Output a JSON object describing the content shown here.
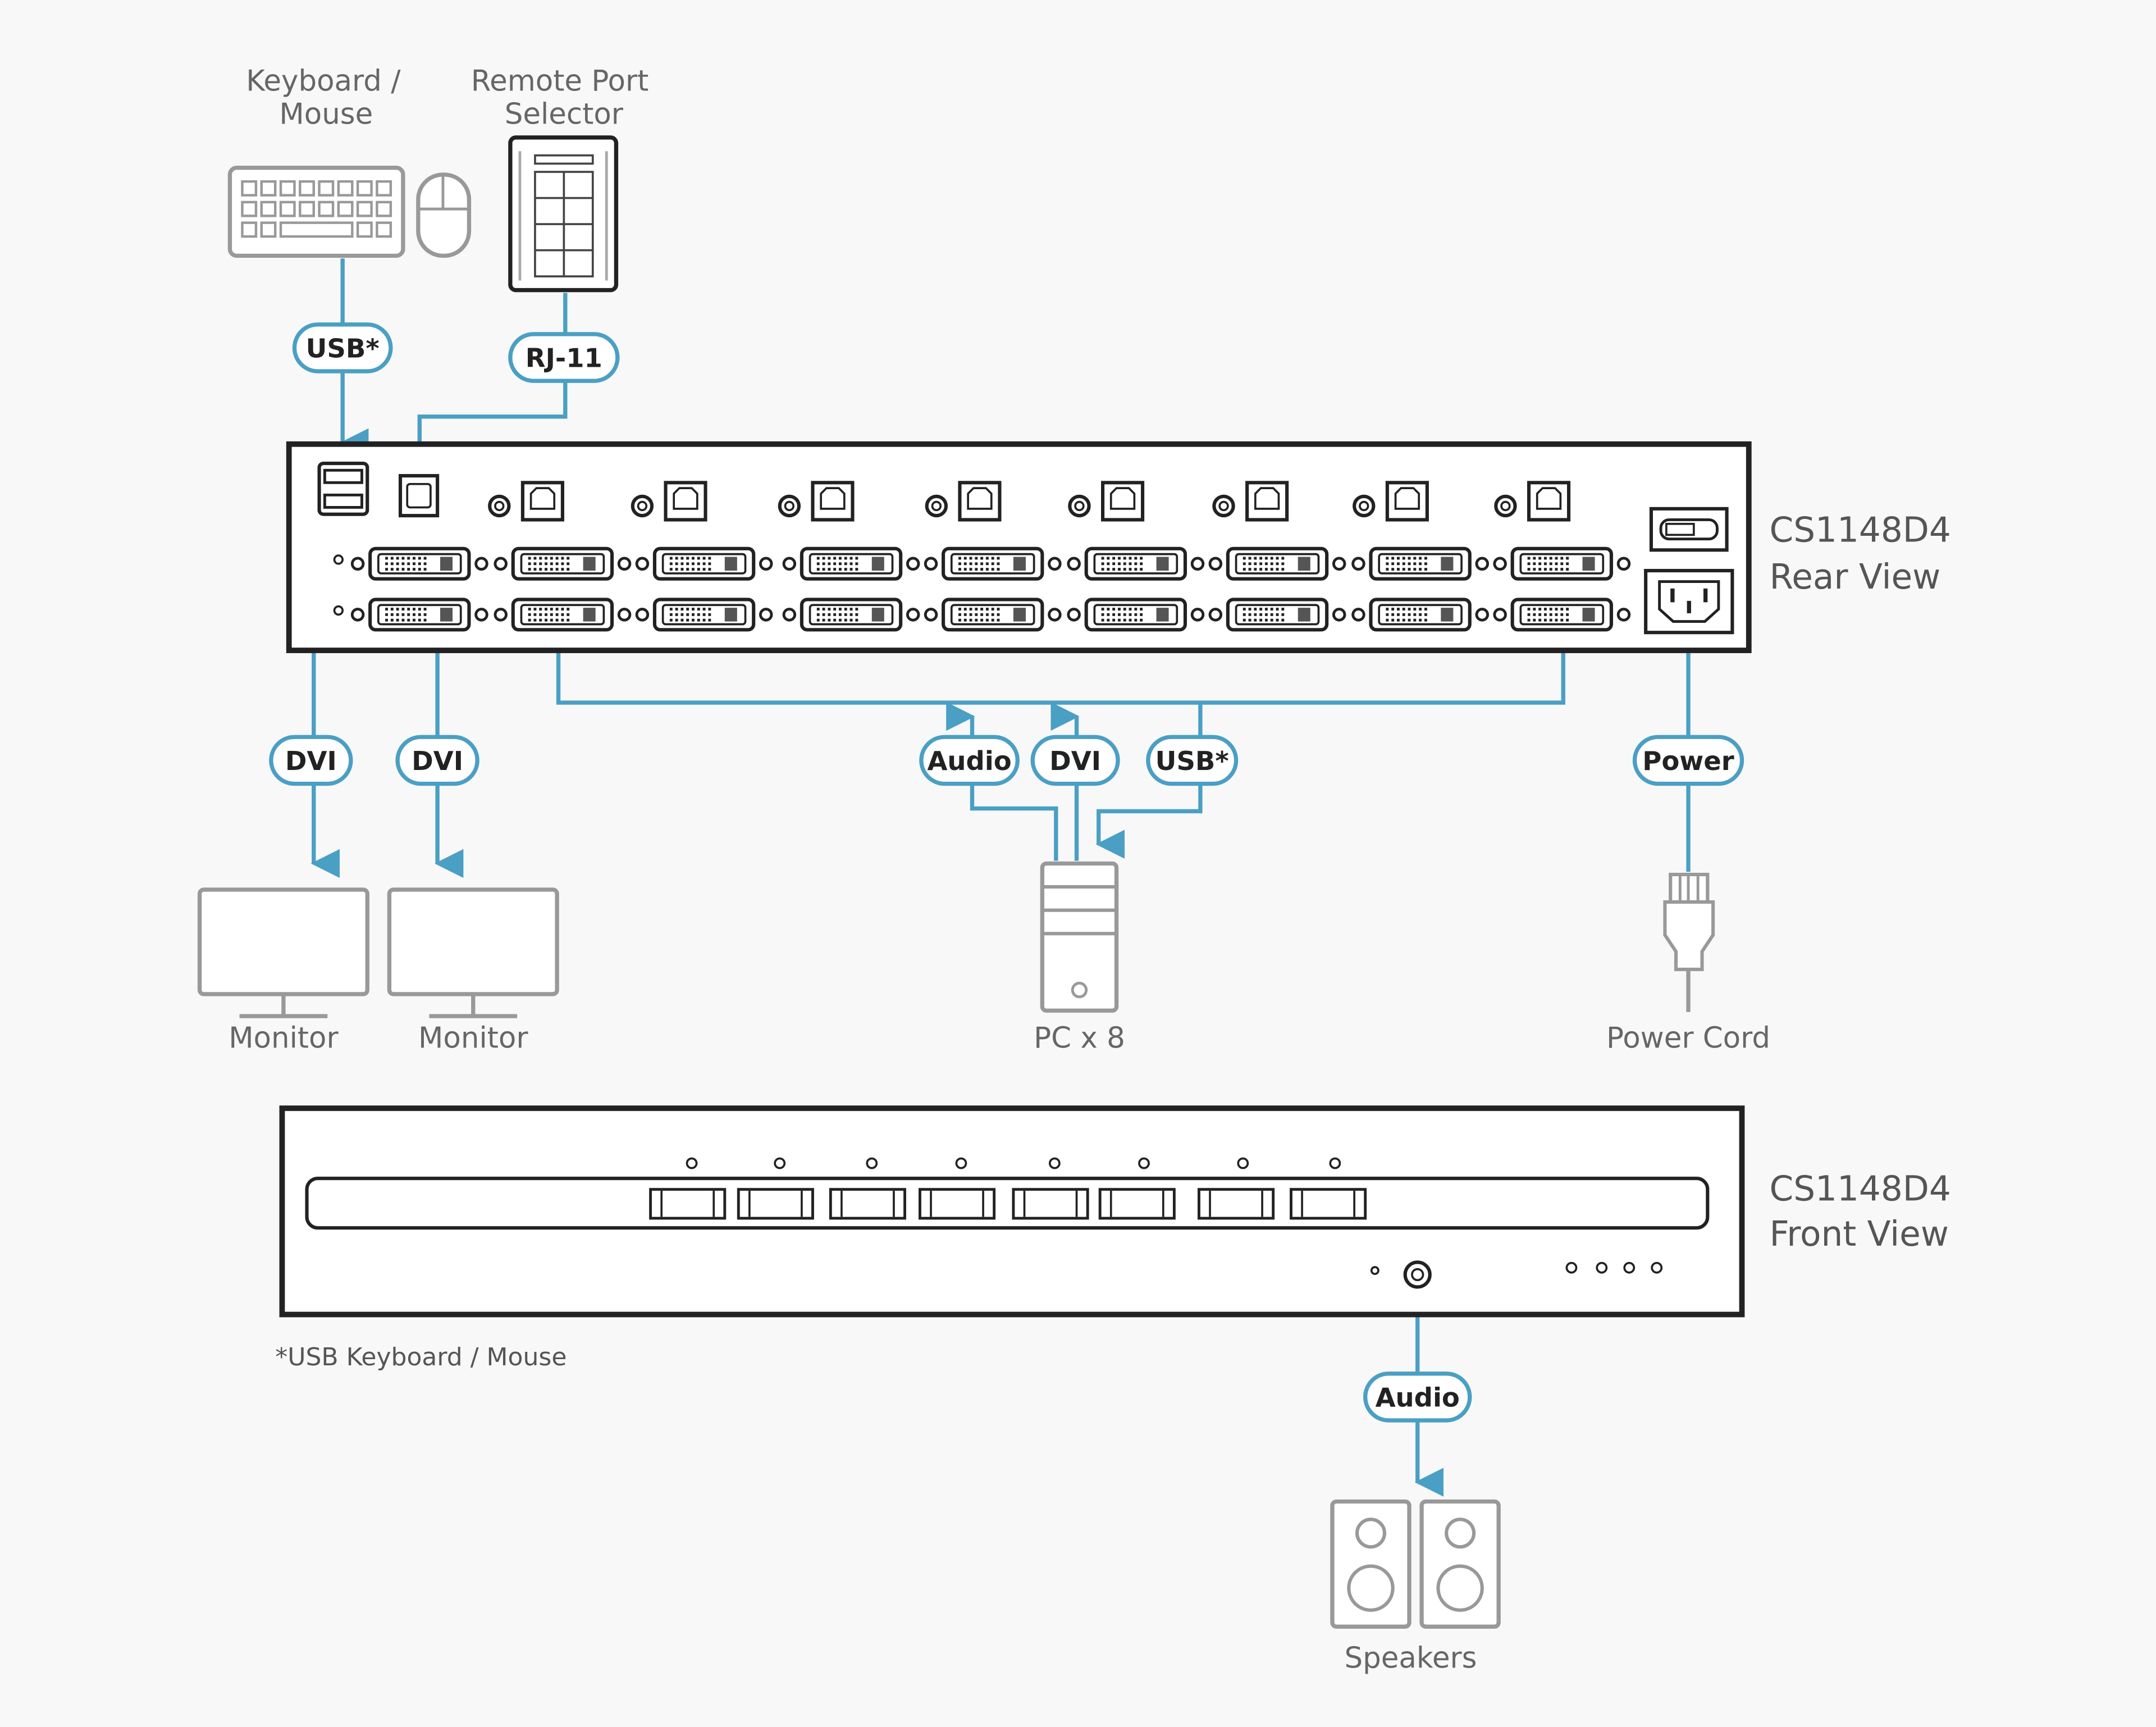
{
  "colors": {
    "cable": "#4a9fc4",
    "panel": "#222222",
    "device": "#999999",
    "background": "#f8f8f8"
  },
  "devices": {
    "keyboard_mouse": [
      "Keyboard /",
      "Mouse"
    ],
    "remote_port_selector": [
      "Remote Port",
      "Selector"
    ],
    "monitor_1": "Monitor",
    "monitor_2": "Monitor",
    "pc": "PC x 8",
    "power_cord": "Power Cord",
    "speakers": "Speakers"
  },
  "rear_panel": {
    "model": "CS1148D4",
    "view": "Rear View"
  },
  "front_panel": {
    "model": "CS1148D4",
    "view": "Front View"
  },
  "cables": {
    "usb_kbd": "USB*",
    "rj11": "RJ-11",
    "dvi_1": "DVI",
    "dvi_2": "DVI",
    "audio_pc": "Audio",
    "dvi_pc": "DVI",
    "usb_pc": "USB*",
    "power": "Power",
    "audio_speakers": "Audio"
  },
  "footnote": "*USB Keyboard / Mouse"
}
